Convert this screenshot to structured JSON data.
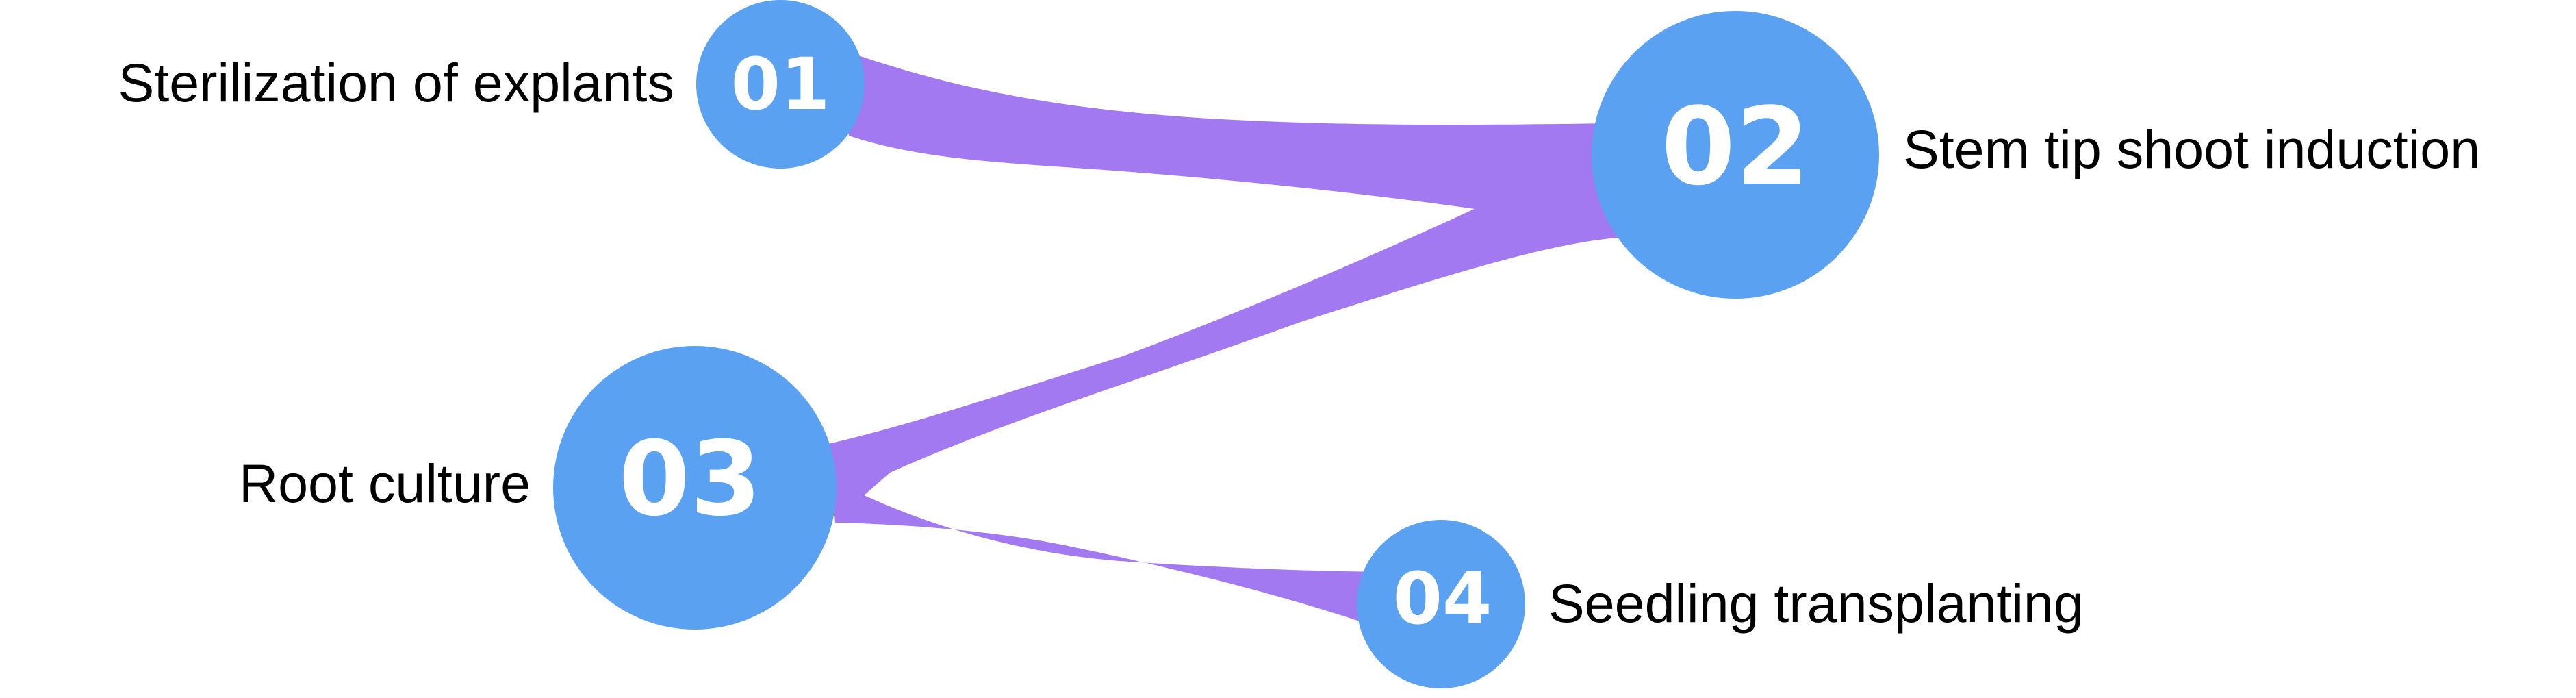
{
  "colors": {
    "node": "#5aa1f2",
    "link": "#a379f1",
    "number": "#ffffff",
    "label": "#000000"
  },
  "steps": [
    {
      "number": "01",
      "label": "Sterilization of explants"
    },
    {
      "number": "02",
      "label": "Stem tip shoot induction"
    },
    {
      "number": "03",
      "label": "Root culture"
    },
    {
      "number": "04",
      "label": "Seedling transplanting"
    }
  ]
}
